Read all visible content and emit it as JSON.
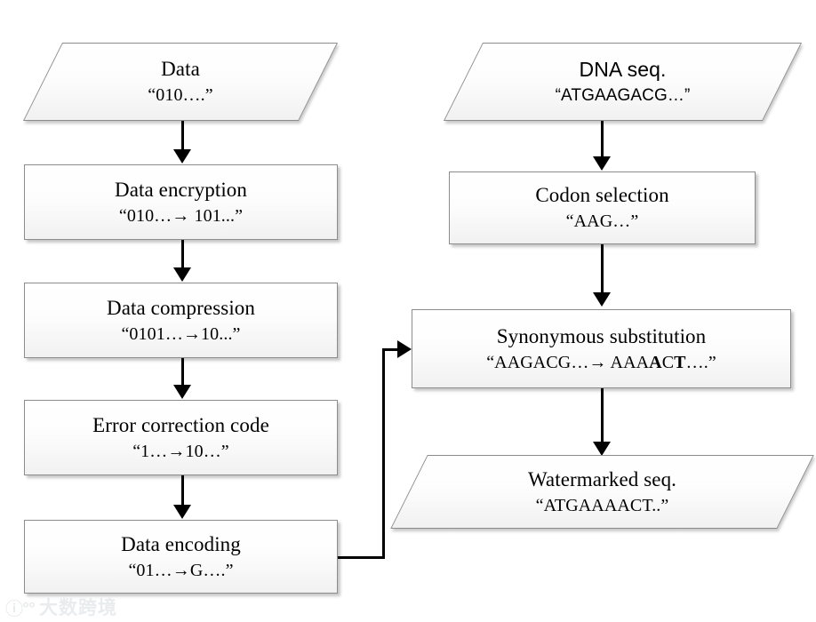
{
  "diagram": {
    "title": "DNA data watermarking pipeline flowchart",
    "colors": {
      "node_border": "#8c8c8c",
      "node_fill_top": "#ffffff",
      "node_fill_bottom": "#f1f1f1",
      "connector": "#000000",
      "text": "#000000",
      "watermark": "#b9c2c9"
    }
  },
  "left_column": {
    "data_input": {
      "shape": "parallelogram",
      "title": "Data",
      "sub": "“010….”"
    },
    "data_encryption": {
      "shape": "rectangle",
      "title": "Data encryption",
      "sub_before": "“010…",
      "sub_arrow": "→",
      "sub_after": " 101...”"
    },
    "data_compression": {
      "shape": "rectangle",
      "title": "Data compression",
      "sub_before": "“0101…",
      "sub_arrow": "→",
      "sub_after": "10...”"
    },
    "error_correction_code": {
      "shape": "rectangle",
      "title": "Error correction code",
      "sub_before": "“1…",
      "sub_arrow": "→",
      "sub_after": "10…”"
    },
    "data_encoding": {
      "shape": "rectangle",
      "title": "Data encoding",
      "sub_before": "“01…",
      "sub_arrow": "→",
      "sub_after": "G….”"
    }
  },
  "right_column": {
    "dna_seq": {
      "shape": "parallelogram",
      "title": "DNA seq.",
      "sub": "“ATGAAGACG…”"
    },
    "codon_selection": {
      "shape": "rectangle",
      "title": "Codon selection",
      "sub": "“AAG…”"
    },
    "synonymous_substitution": {
      "shape": "rectangle",
      "title": "Synonymous substitution",
      "sub_before": "“AAGACG…",
      "sub_arrow": "→",
      "sub_mid": " AAA",
      "sub_bold1": "A",
      "sub_mid2": "C",
      "sub_bold2": "T",
      "sub_after": "….”"
    },
    "watermarked_seq": {
      "shape": "parallelogram",
      "title": "Watermarked seq.",
      "sub": "“ATGAAAACT..”"
    }
  },
  "connectors": [
    {
      "name": "data-to-encryption",
      "from": "data_input",
      "to": "data_encryption",
      "type": "vertical-arrow"
    },
    {
      "name": "encryption-to-compression",
      "from": "data_encryption",
      "to": "data_compression",
      "type": "vertical-arrow"
    },
    {
      "name": "compression-to-error-correction",
      "from": "data_compression",
      "to": "error_correction_code",
      "type": "vertical-arrow"
    },
    {
      "name": "error-correction-to-encoding",
      "from": "error_correction_code",
      "to": "data_encoding",
      "type": "vertical-arrow"
    },
    {
      "name": "encoding-to-synonymous-substitution",
      "from": "data_encoding",
      "to": "synonymous_substitution",
      "type": "elbow-arrow"
    },
    {
      "name": "dna-seq-to-codon-selection",
      "from": "dna_seq",
      "to": "codon_selection",
      "type": "vertical-arrow"
    },
    {
      "name": "codon-selection-to-synonymous-substitution",
      "from": "codon_selection",
      "to": "synonymous_substitution",
      "type": "vertical-arrow"
    },
    {
      "name": "synonymous-substitution-to-watermarked-seq",
      "from": "synonymous_substitution",
      "to": "watermarked_seq",
      "type": "vertical-arrow"
    }
  ],
  "watermark": {
    "mark": "ⓘ°°",
    "text": "大数跨境"
  }
}
